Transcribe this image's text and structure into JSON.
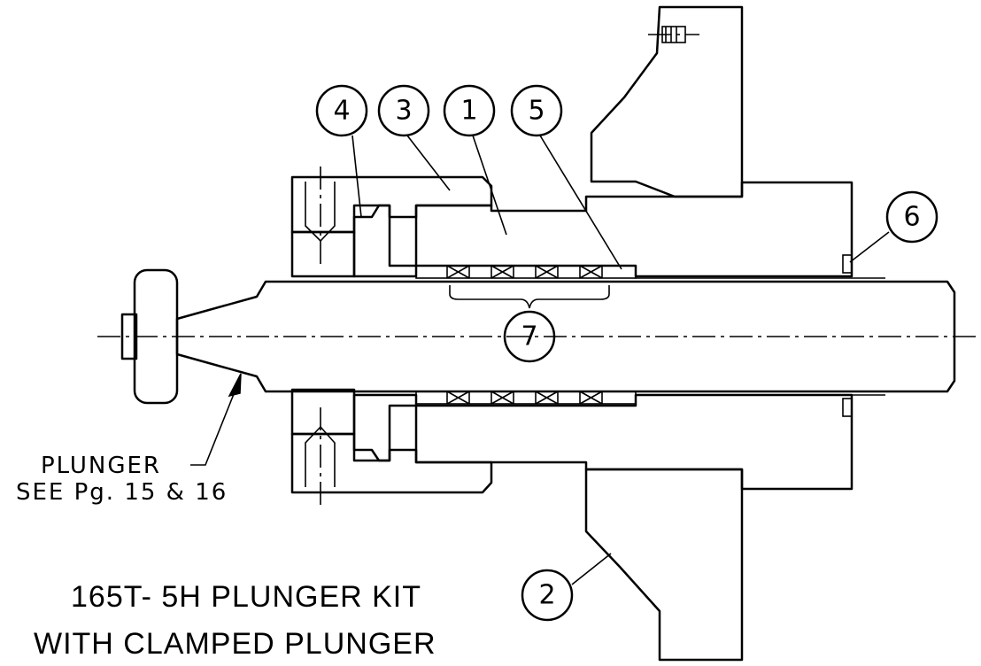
{
  "callouts": [
    {
      "id": "4",
      "label": "4"
    },
    {
      "id": "3",
      "label": "3"
    },
    {
      "id": "1",
      "label": "1"
    },
    {
      "id": "5",
      "label": "5"
    },
    {
      "id": "6",
      "label": "6"
    },
    {
      "id": "7",
      "label": "7"
    },
    {
      "id": "2",
      "label": "2"
    }
  ],
  "note": {
    "line1": "PLUNGER",
    "line2": "SEE Pg. 15 & 16"
  },
  "title": {
    "line1": "165T- 5H PLUNGER KIT",
    "line2": "WITH CLAMPED PLUNGER"
  }
}
